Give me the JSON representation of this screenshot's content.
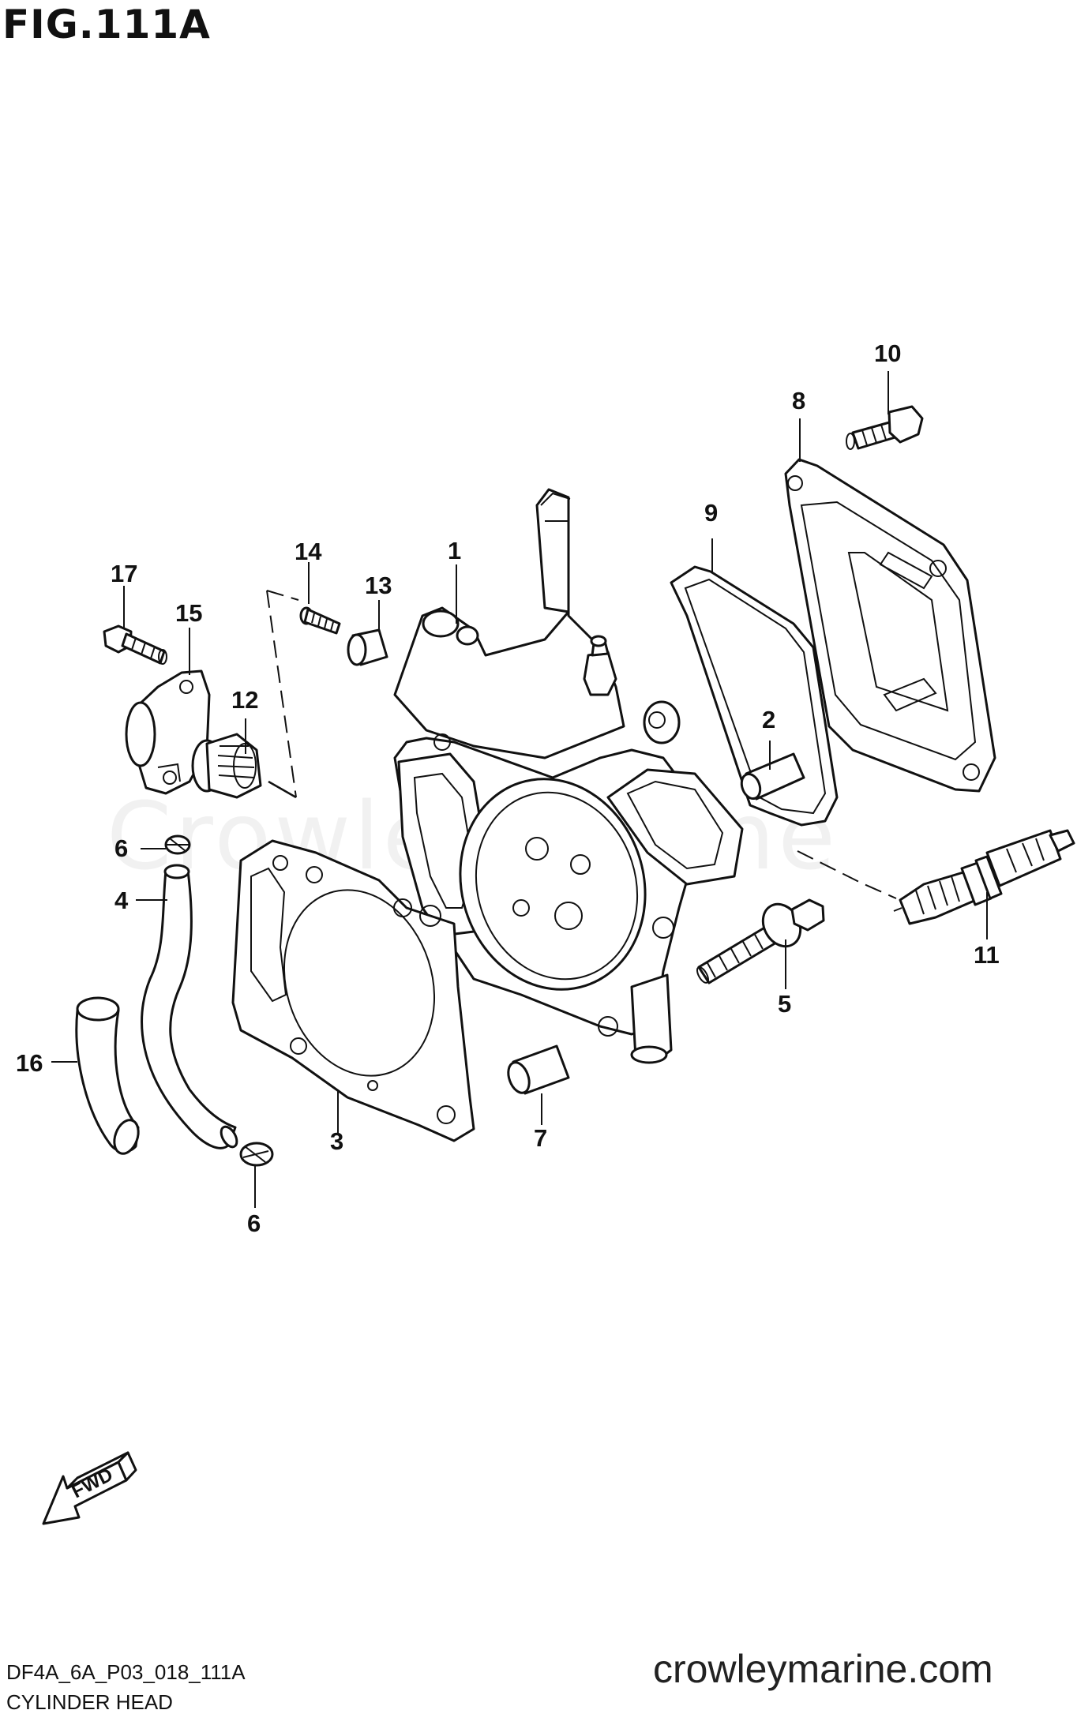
{
  "figure": {
    "title": "FIG.111A",
    "drawing_code": "DF4A_6A_P03_018_111A",
    "caption": "CYLINDER HEAD",
    "watermark": "CrowleyMarine",
    "website": "crowleymarine.com",
    "direction_label": "FWD"
  },
  "callouts": {
    "c1": "1",
    "c2": "2",
    "c3": "3",
    "c4": "4",
    "c5": "5",
    "c6a": "6",
    "c6b": "6",
    "c7": "7",
    "c8": "8",
    "c9": "9",
    "c10": "10",
    "c11": "11",
    "c12": "12",
    "c13": "13",
    "c14": "14",
    "c15": "15",
    "c16": "16",
    "c17": "17"
  }
}
